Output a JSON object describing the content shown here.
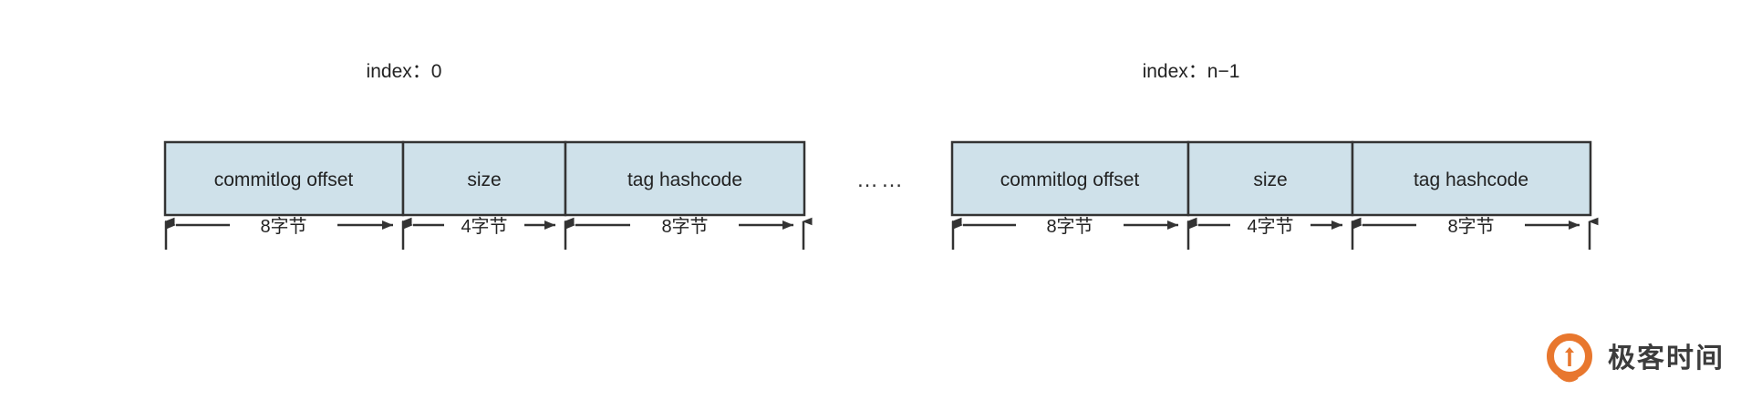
{
  "figure": {
    "background_color": "#ffffff",
    "cell_fill": "#cfe1ea",
    "stroke_color": "#333333",
    "text_color": "#222222",
    "ellipsis": "……"
  },
  "groups": [
    {
      "id": "group-first",
      "index_label": "index：0",
      "cells": [
        {
          "label": "commitlog offset",
          "size_label": "8字节"
        },
        {
          "label": "size",
          "size_label": "4字节"
        },
        {
          "label": "tag hashcode",
          "size_label": "8字节"
        }
      ]
    },
    {
      "id": "group-last",
      "index_label": "index：n−1",
      "cells": [
        {
          "label": "commitlog offset",
          "size_label": "8字节"
        },
        {
          "label": "size",
          "size_label": "4字节"
        },
        {
          "label": "tag hashcode",
          "size_label": "8字节"
        }
      ]
    }
  ],
  "watermark": {
    "brand": "极客时间",
    "logo_color": "#e8772e",
    "text_color": "#3c3c3c"
  }
}
